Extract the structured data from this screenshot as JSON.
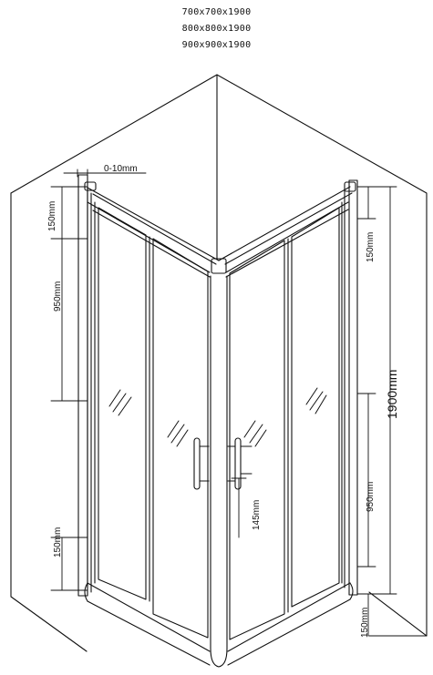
{
  "sizes": [
    "700x700x1900",
    "800x800x1900",
    "900x900x1900"
  ],
  "dimensions": {
    "gap": "0-10mm",
    "top_left": "150mm",
    "mid_left": "950mm",
    "bottom_left": "150mm",
    "top_right": "150mm",
    "mid_right": "950mm",
    "bottom_right": "150mm",
    "total_height": "1900mm",
    "handle_height": "145mm"
  }
}
